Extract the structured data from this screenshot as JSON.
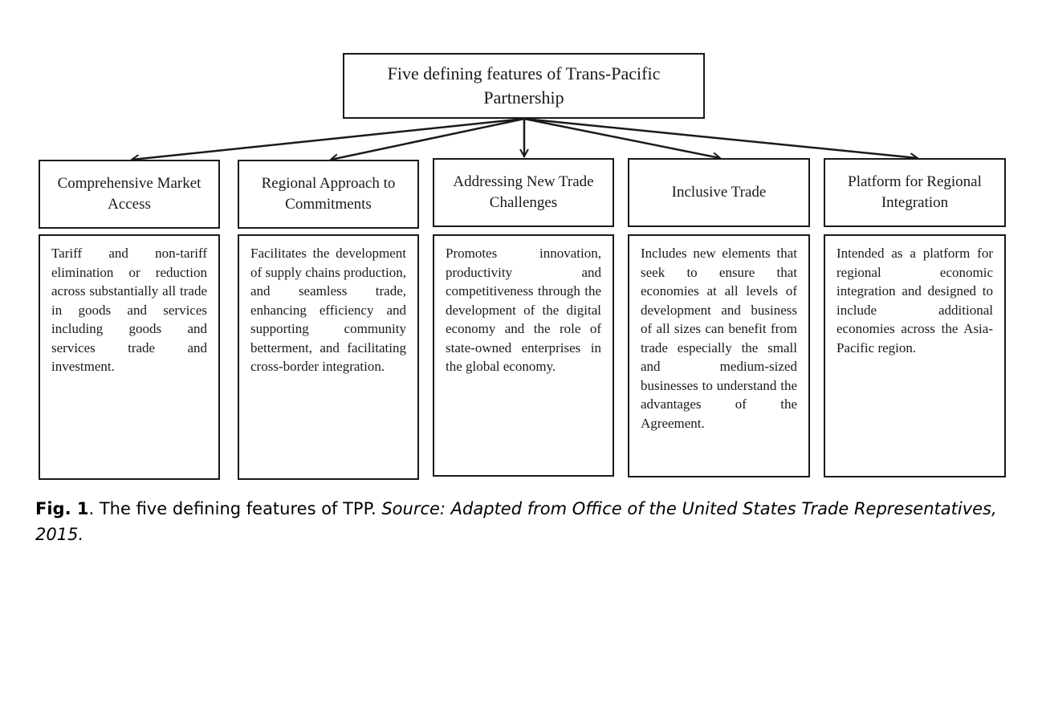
{
  "diagram": {
    "root": "Five defining features of Trans-Pacific Partnership",
    "features": [
      {
        "title": "Comprehensive Market Access",
        "description": "Tariff and non-tariff elimination or reduction across substantially all trade in goods and services including goods and services trade and investment."
      },
      {
        "title": "Regional Approach to Commitments",
        "description": "Facilitates the development of supply chains production, and seamless trade, enhancing efficiency and supporting community betterment, and facilitating cross-border integration."
      },
      {
        "title": "Addressing New Trade Challenges",
        "description": "Promotes innovation, productivity and competitiveness through the development of the digital economy and the role of state-owned enterprises in the global economy."
      },
      {
        "title": "Inclusive Trade",
        "description": "Includes new elements that seek to ensure that economies at all levels of development and business of all sizes can benefit from trade especially the small and medium-sized businesses to understand the advantages of the Agreement."
      },
      {
        "title": "Platform for Regional Integration",
        "description": "Intended as a platform for regional economic integration and designed to include additional economies across the Asia-Pacific region."
      }
    ]
  },
  "caption": {
    "label": "Fig. 1",
    "text": ". The five defining features of TPP. ",
    "source": "Source: Adapted from Office of the United States Trade Representatives, 2015."
  }
}
